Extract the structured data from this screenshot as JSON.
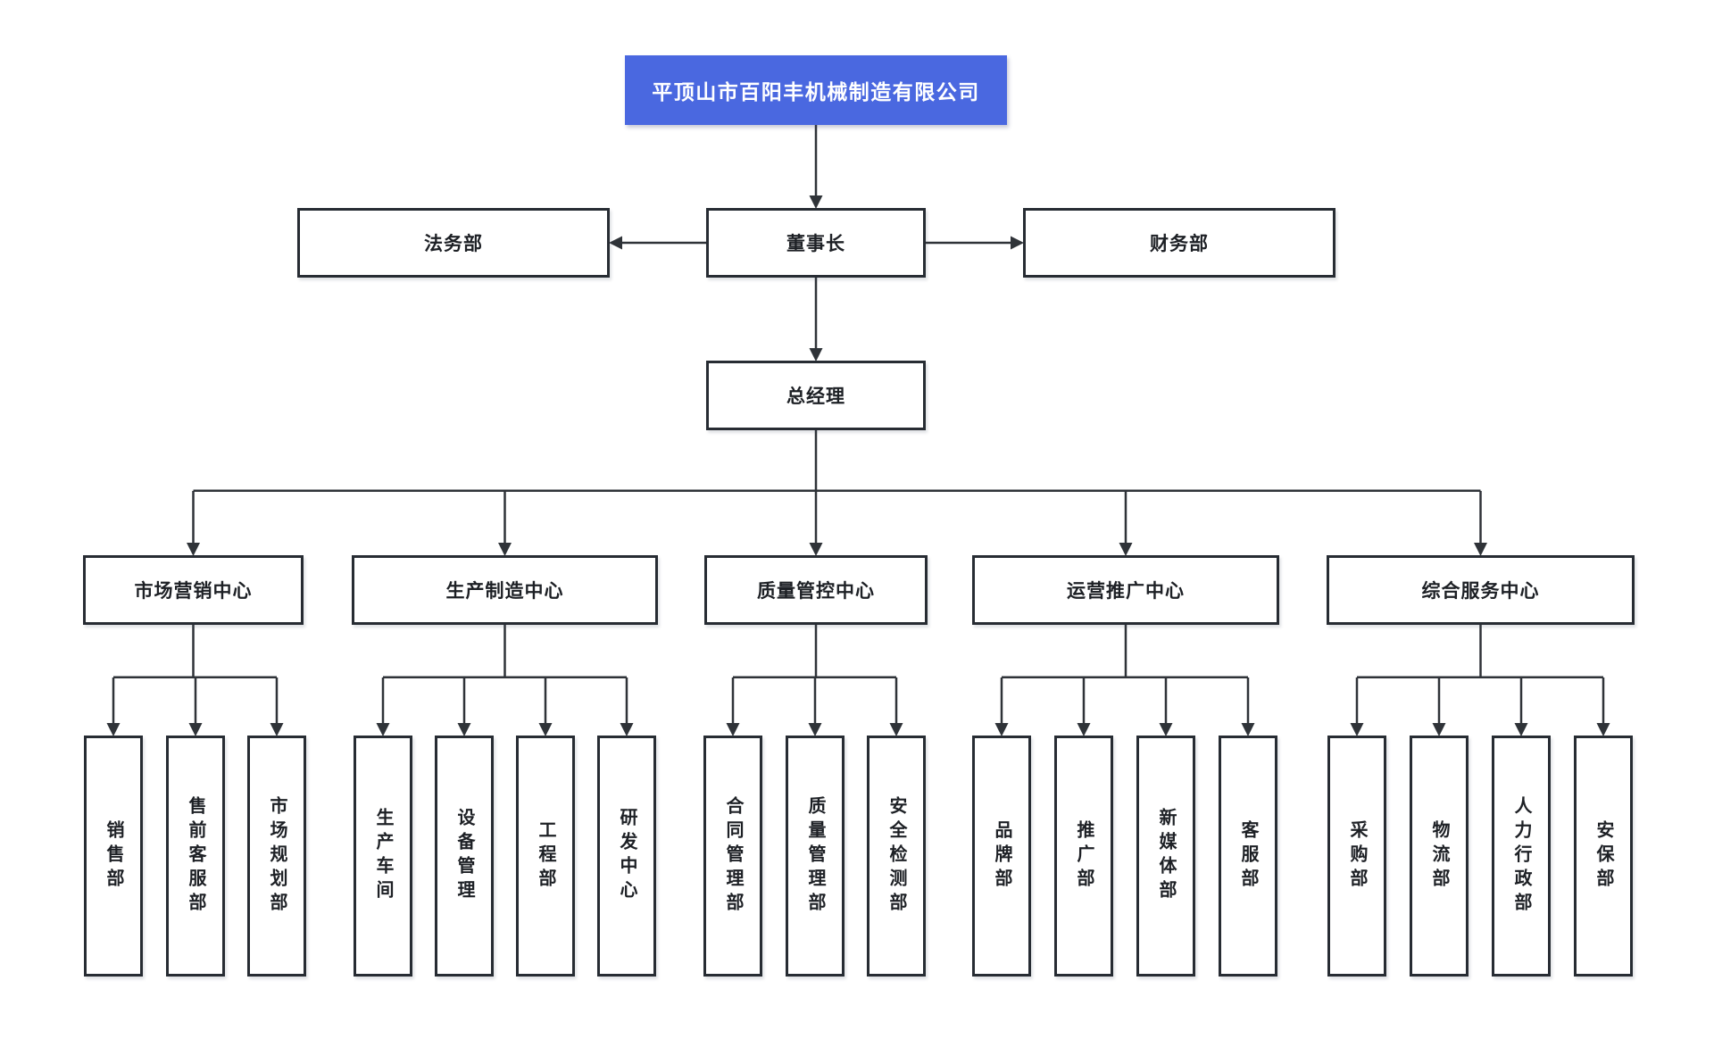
{
  "colors": {
    "root_fill": "#4A68E0",
    "root_text": "#ffffff",
    "box_border": "#272c33",
    "connector_line": "#2f3338",
    "node_text": "#1d2025",
    "background": "#ffffff"
  },
  "orgchart": {
    "root": {
      "label": "平顶山市百阳丰机械制造有限公司"
    },
    "board": {
      "legal": {
        "label": "法务部"
      },
      "chairman": {
        "label": "董事长"
      },
      "finance": {
        "label": "财务部"
      }
    },
    "general_manager": {
      "label": "总经理"
    },
    "centers": [
      {
        "label": "市场营销中心",
        "departments": [
          {
            "label": "销售部"
          },
          {
            "label": "售前客服部"
          },
          {
            "label": "市场规划部"
          }
        ]
      },
      {
        "label": "生产制造中心",
        "departments": [
          {
            "label": "生产车间"
          },
          {
            "label": "设备管理"
          },
          {
            "label": "工程部"
          },
          {
            "label": "研发中心"
          }
        ]
      },
      {
        "label": "质量管控中心",
        "departments": [
          {
            "label": "合同管理部"
          },
          {
            "label": "质量管理部"
          },
          {
            "label": "安全检测部"
          }
        ]
      },
      {
        "label": "运营推广中心",
        "departments": [
          {
            "label": "品牌部"
          },
          {
            "label": "推广部"
          },
          {
            "label": "新媒体部"
          },
          {
            "label": "客服部"
          }
        ]
      },
      {
        "label": "综合服务中心",
        "departments": [
          {
            "label": "采购部"
          },
          {
            "label": "物流部"
          },
          {
            "label": "人力行政部"
          },
          {
            "label": "安保部"
          }
        ]
      }
    ]
  }
}
